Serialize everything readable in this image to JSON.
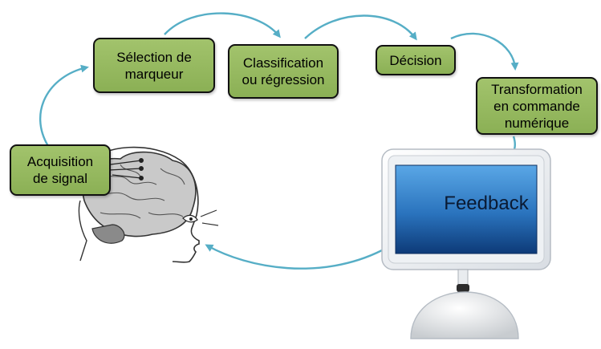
{
  "nodes": {
    "acquisition": [
      "Acquisition",
      "de signal"
    ],
    "selection": [
      "Sélection de",
      "marqueur"
    ],
    "classification": [
      "Classification",
      "ou régression"
    ],
    "decision": [
      "Décision"
    ],
    "transformation": [
      "Transformation",
      "en commande",
      "numérique"
    ]
  },
  "screen": {
    "label": "Feedback"
  },
  "colors": {
    "box_fill": "#98bb5f",
    "box_border": "#111111",
    "arrow": "#56aec6",
    "screen": "#1a64b0"
  }
}
